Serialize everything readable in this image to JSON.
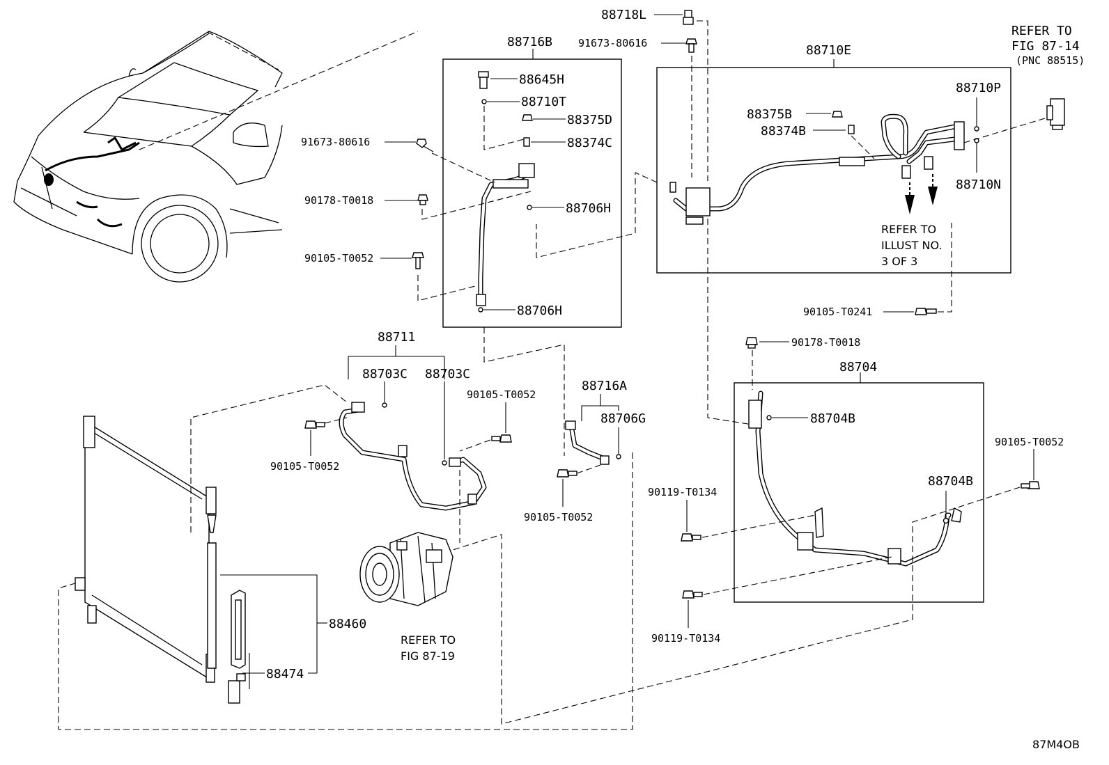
{
  "diagram_code": "87M4OB",
  "groups": {
    "g88716B": "88716B",
    "g88710E": "88710E",
    "g88711": "88711",
    "g88716A": "88716A",
    "g88704": "88704"
  },
  "parts": {
    "p88718L": "88718L",
    "p91673_top": "91673-80616",
    "p88645H": "88645H",
    "p88710T": "88710T",
    "p88375D": "88375D",
    "p88374C": "88374C",
    "p91673_left": "91673-80616",
    "p90178_left": "90178-T0018",
    "p88706H_a": "88706H",
    "p90105_left": "90105-T0052",
    "p88706H_b": "88706H",
    "p88375B": "88375B",
    "p88374B": "88374B",
    "p88710P": "88710P",
    "p88710N": "88710N",
    "p90105_T0241": "90105-T0241",
    "p90178_right": "90178-T0018",
    "p88704B_a": "88704B",
    "p88704B_b": "88704B",
    "p90105_right": "90105-T0052",
    "p90119_a": "90119-T0134",
    "p90119_b": "90119-T0134",
    "p88703C_a": "88703C",
    "p88703C_b": "88703C",
    "p90105_mid": "90105-T0052",
    "p90105_lowleft": "90105-T0052",
    "p90105_center": "90105-T0052",
    "p88706G": "88706G",
    "p88460": "88460",
    "p88474": "88474"
  },
  "references": {
    "fig8714_l1": "REFER TO",
    "fig8714_l2": "FIG 87-14",
    "fig8714_l3": "(PNC 88515)",
    "illust_l1": "REFER TO",
    "illust_l2": "ILLUST NO.",
    "illust_l3": "3 OF 3",
    "fig8719_l1": "REFER TO",
    "fig8719_l2": "FIG 87-19"
  }
}
